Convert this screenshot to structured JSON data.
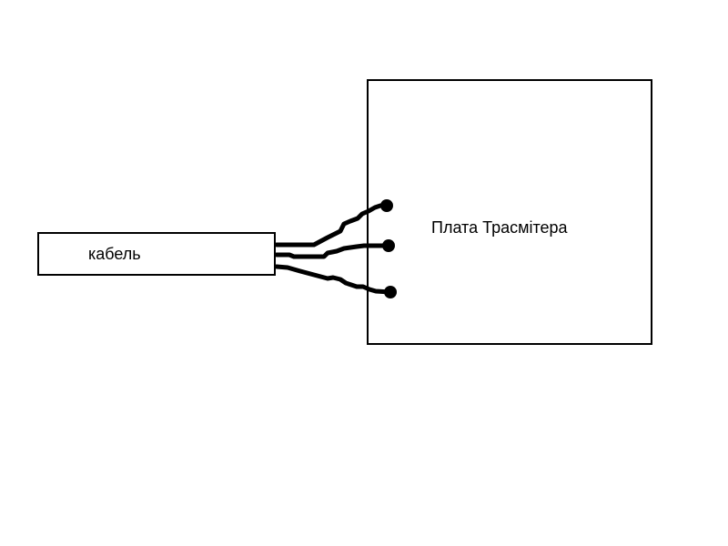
{
  "cable": {
    "label": "кабель"
  },
  "board": {
    "label": "Плата Трасмітера"
  },
  "colors": {
    "line": "#000000",
    "background": "#ffffff"
  },
  "wires": [
    {
      "name": "wire-top"
    },
    {
      "name": "wire-middle"
    },
    {
      "name": "wire-bottom"
    }
  ]
}
